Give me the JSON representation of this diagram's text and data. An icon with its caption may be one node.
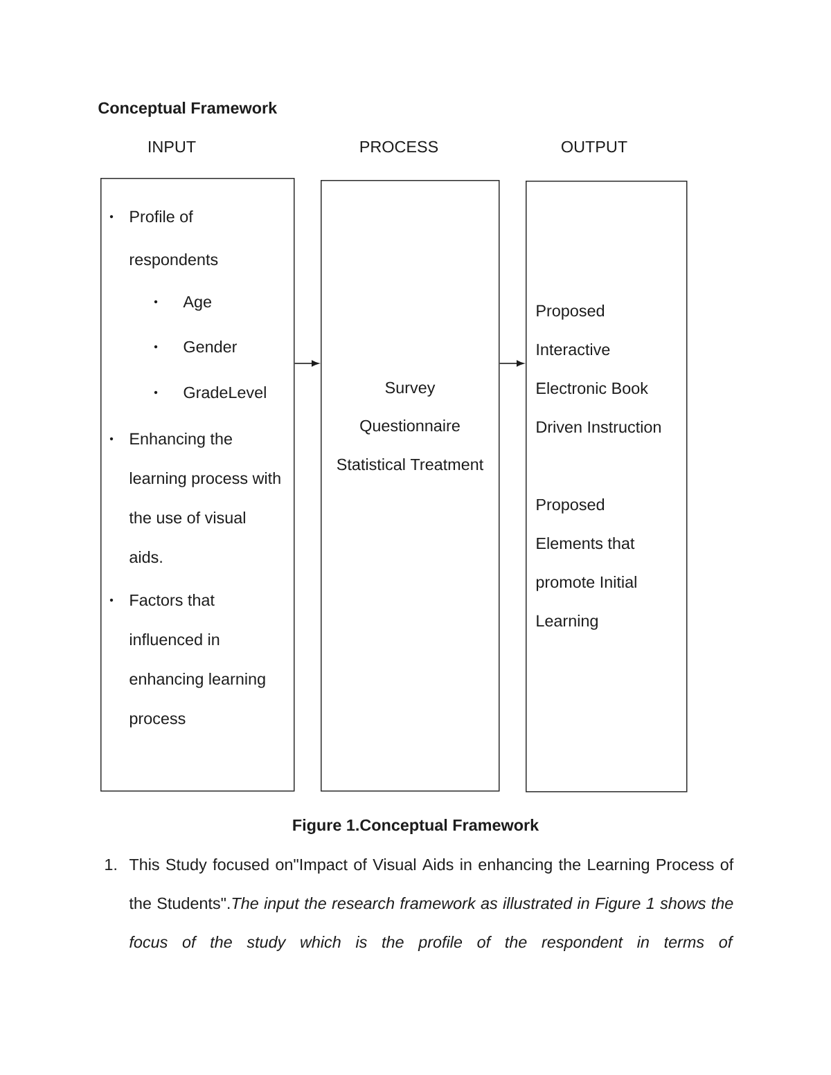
{
  "diagram": {
    "title": "Conceptual Framework",
    "caption": "Figure 1.Conceptual Framework",
    "nodes": [
      {
        "text": [
          "INPUT",
          "Profile of respondents",
          "Age",
          "Gender",
          "GradeLevel",
          "Enhancing the learning process with the use of visual aids.",
          "Factors that influenced in enhancing learning process"
        ]
      },
      {
        "text": [
          "PROCESS",
          "Survey",
          "Questionnaire",
          "Statistical Treatment"
        ]
      },
      {
        "text": [
          "OUTPUT",
          "Proposed Interactive Electronic Book Driven Instruction",
          "Proposed Elements that promote Initial Learning"
        ]
      }
    ],
    "edges": [
      {
        "from": 0,
        "to": 1,
        "arrow": "to"
      },
      {
        "from": 1,
        "to": 2,
        "arrow": "to"
      }
    ],
    "labels": [
      "1.",
      "This Study focused on\"Impact of Visual Aids in enhancing the Learning Process of the Students\".*The input the research framework as illustrated in Figure 1 shows the focus of the study which is the profile of the respondent in terms of*"
    ]
  }
}
